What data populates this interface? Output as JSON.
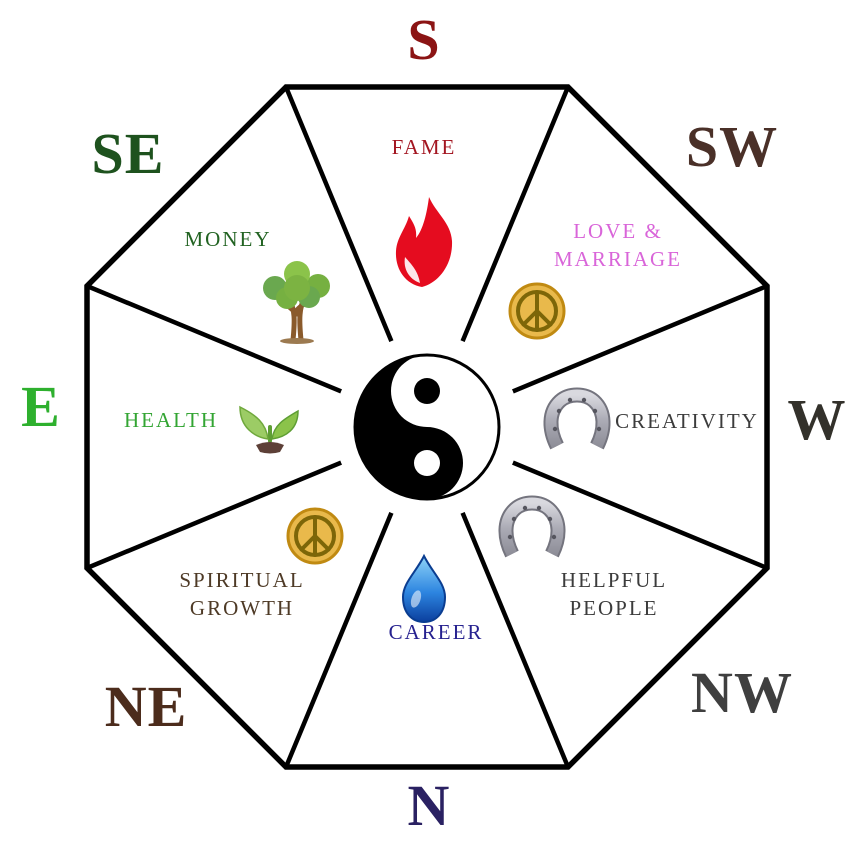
{
  "diagram": {
    "type": "feng-shui-bagua-octagon",
    "background_color": "#FFFFFF",
    "outline_color": "#000000",
    "center_icon": "yin-yang-icon",
    "compass": [
      {
        "id": "s",
        "label": "S",
        "color": "#8B1414"
      },
      {
        "id": "sw",
        "label": "SW",
        "color": "#4A3028"
      },
      {
        "id": "w",
        "label": "W",
        "color": "#33312B"
      },
      {
        "id": "nw",
        "label": "NW",
        "color": "#3F3F3F"
      },
      {
        "id": "n",
        "label": "N",
        "color": "#2A2162"
      },
      {
        "id": "ne",
        "label": "NE",
        "color": "#4C2C1C"
      },
      {
        "id": "e",
        "label": "E",
        "color": "#2EB02E"
      },
      {
        "id": "se",
        "label": "SE",
        "color": "#1E521E"
      }
    ],
    "sectors": [
      {
        "id": "fame",
        "direction": "S",
        "line1": "FAME",
        "line2": "",
        "color": "#A31621",
        "icon": "flame-icon"
      },
      {
        "id": "love",
        "direction": "SW",
        "line1": "LOVE &",
        "line2": "MARRIAGE",
        "color": "#D965D9",
        "icon": "peace-icon"
      },
      {
        "id": "creativity",
        "direction": "W",
        "line1": "CREATIVITY",
        "line2": "",
        "color": "#3C3C3C",
        "icon": "horseshoe-icon"
      },
      {
        "id": "helpful",
        "direction": "NW",
        "line1": "HELPFUL",
        "line2": "PEOPLE",
        "color": "#3C3C3C",
        "icon": "horseshoe-icon"
      },
      {
        "id": "career",
        "direction": "N",
        "line1": "CAREER",
        "line2": "",
        "color": "#26218F",
        "icon": "water-drop-icon"
      },
      {
        "id": "spiritual",
        "direction": "NE",
        "line1": "SPIRITUAL",
        "line2": "GROWTH",
        "color": "#4E3A26",
        "icon": "peace-icon"
      },
      {
        "id": "health",
        "direction": "E",
        "line1": "HEALTH",
        "line2": "",
        "color": "#33A533",
        "icon": "sprout-icon"
      },
      {
        "id": "money",
        "direction": "SE",
        "line1": "MONEY",
        "line2": "",
        "color": "#226322",
        "icon": "tree-icon"
      }
    ]
  }
}
